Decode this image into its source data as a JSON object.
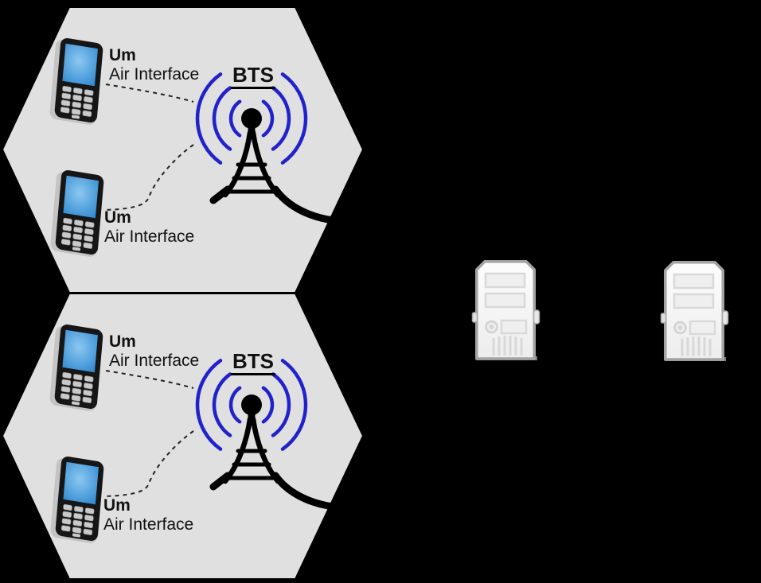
{
  "colors": {
    "background": "#000000",
    "cell_fill": "#e0e0e0",
    "cell_border": "#000000",
    "radio_wave_blue": "#2222cc",
    "phone_screen_blue": "#3a96d9",
    "label_text": "#111111",
    "server_body": "#f5f5f5"
  },
  "cells": [
    {
      "id": "cell-1",
      "bts_label": "BTS",
      "phones": [
        {
          "um_label": "Um",
          "air_label": "Air Interface"
        },
        {
          "um_label": "Um",
          "air_label": "Air Interface"
        }
      ]
    },
    {
      "id": "cell-2",
      "bts_label": "BTS",
      "phones": [
        {
          "um_label": "Um",
          "air_label": "Air Interface"
        },
        {
          "um_label": "Um",
          "air_label": "Air Interface"
        }
      ]
    }
  ],
  "servers": [
    {
      "id": "server-1"
    },
    {
      "id": "server-2"
    }
  ]
}
